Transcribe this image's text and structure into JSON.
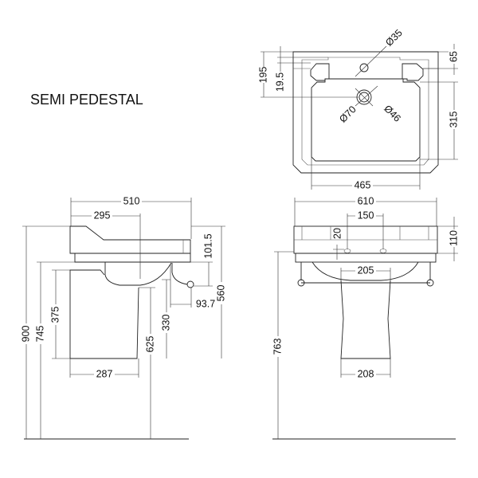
{
  "title": "SEMI PEDESTAL",
  "plan_view": {
    "d195": "195",
    "d19_5": "19.5",
    "d65": "65",
    "d315": "315",
    "d465": "465",
    "d35": "Ø35",
    "d70": "Ø70",
    "d46": "Ø46"
  },
  "side_view": {
    "d510": "510",
    "d295": "295",
    "d101_5": "101.5",
    "d93_7": "93.7",
    "d560": "560",
    "d900": "900",
    "d745": "745",
    "d375": "375",
    "d625": "625",
    "d330": "330",
    "d287": "287"
  },
  "front_view": {
    "d610": "610",
    "d150": "150",
    "d20": "20",
    "d110": "110",
    "d205": "205",
    "d208": "208",
    "d763": "763"
  }
}
